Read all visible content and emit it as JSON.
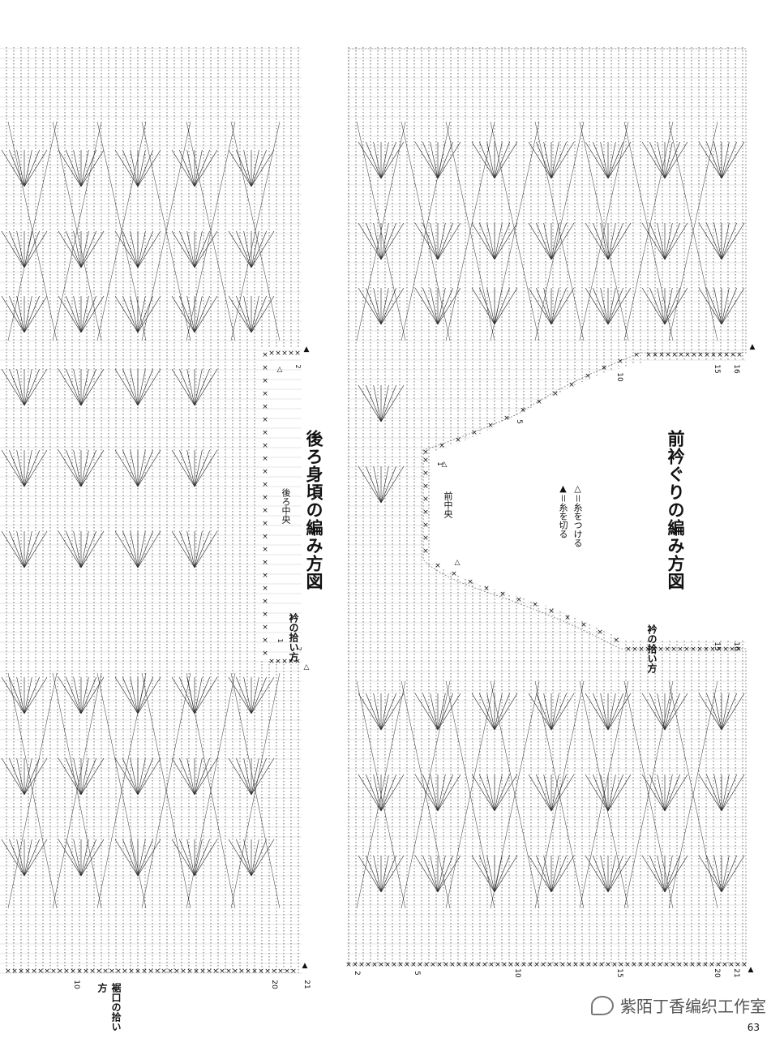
{
  "back": {
    "title": "後ろ身頃の編み方図",
    "center_label": "後ろ中央",
    "collar_pickup": "衿の拾い方",
    "hem_pickup": "裾口の拾い方",
    "row_numbers_bottom": [
      "10",
      "20",
      "21"
    ],
    "row_numbers_top": [
      "2"
    ],
    "markers": [
      "2",
      "1",
      "2"
    ]
  },
  "front": {
    "title": "前衿ぐりの編み方図",
    "center_label": "前中央",
    "collar_pickup": "衿の拾い方",
    "legend": [
      "△＝糸をつける",
      "▲＝糸を切る"
    ],
    "row_numbers_top": [
      "16",
      "15",
      "10",
      "5",
      "1"
    ],
    "row_numbers_mid": [
      "16",
      "15"
    ],
    "row_numbers_bottom": [
      "21",
      "20",
      "15",
      "10",
      "5",
      "2"
    ]
  },
  "watermark_text": "紫陌丁香编织工作室",
  "page_number": "63"
}
